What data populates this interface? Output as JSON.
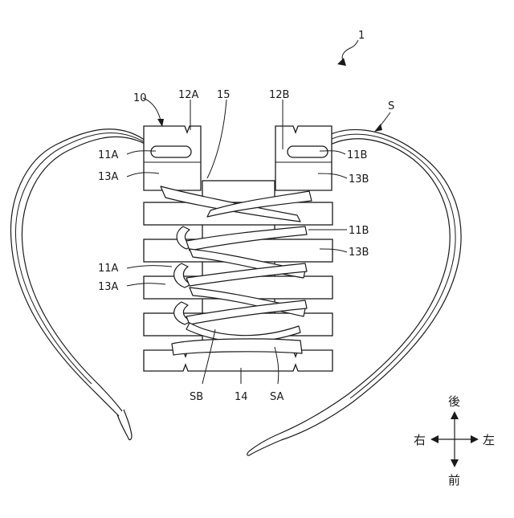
{
  "figure_number": "1",
  "labels": {
    "device": "10",
    "lace": "S",
    "slit_a": "12A",
    "slit_b": "12B",
    "strip": "15",
    "hole_a_top": "11A",
    "hole_b_top": "11B",
    "hook_a_top": "13A",
    "hook_b_top": "13B",
    "hole_b_mid": "11B",
    "hook_b_mid": "13B",
    "hole_a_mid": "11A",
    "hook_a_mid": "13A",
    "lace_b": "SB",
    "base": "14",
    "lace_a": "SA"
  },
  "compass": {
    "back": "後",
    "front": "前",
    "right": "右",
    "left": "左"
  }
}
